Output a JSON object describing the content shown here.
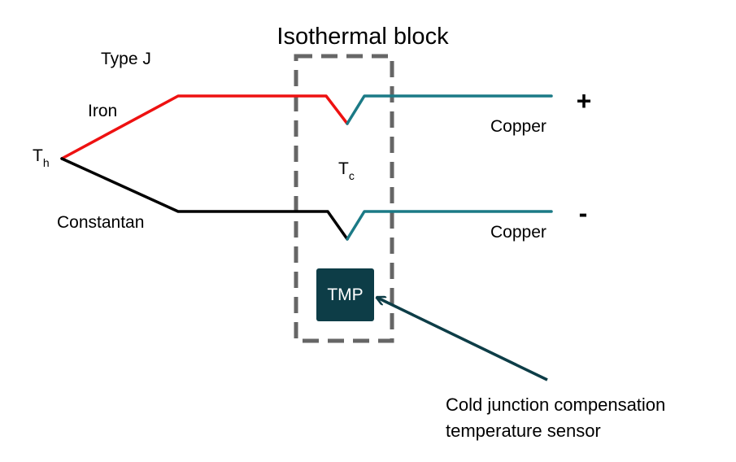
{
  "title": "Isothermal block",
  "type_label": "Type J",
  "wires": {
    "iron": {
      "label": "Iron",
      "color": "#ee1111"
    },
    "constantan": {
      "label": "Constantan",
      "color": "#000000"
    },
    "copper_top": {
      "label": "Copper",
      "color": "#1b7a86"
    },
    "copper_bottom": {
      "label": "Copper",
      "color": "#1b7a86"
    }
  },
  "hot_junction": {
    "symbol": "T",
    "subscript": "h"
  },
  "cold_junction": {
    "symbol": "T",
    "subscript": "c"
  },
  "terminals": {
    "positive": "+",
    "negative": "-"
  },
  "sensor": {
    "label": "TMP",
    "color": "#0d3d47"
  },
  "callout": {
    "line1": "Cold junction compensation",
    "line2": "temperature sensor",
    "arrow_color": "#0d3d47"
  },
  "block_border_color": "#666666"
}
